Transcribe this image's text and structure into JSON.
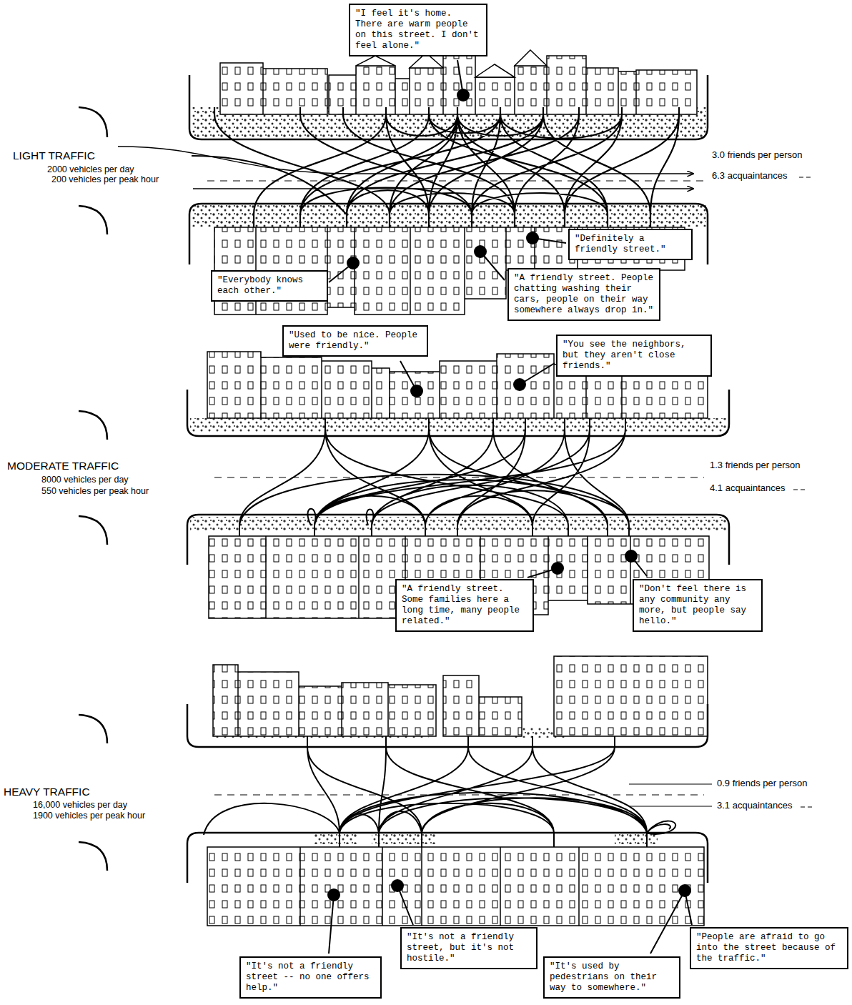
{
  "diagram": {
    "nodes": [
      {
        "text": [
          "\"I feel it's home. There are warm people on this street. I don't feel alone.\""
        ]
      },
      {
        "text": [
          "\"Definitely a friendly street.\""
        ]
      },
      {
        "text": [
          "\"Everybody knows each other.\""
        ]
      },
      {
        "text": [
          "\"A friendly street. People chatting washing their cars, people on their way somewhere always drop in.\""
        ]
      },
      {
        "text": [
          "\"Used to be nice. People were friendly.\""
        ]
      },
      {
        "text": [
          "\"You see the neighbors, but they aren't close friends.\""
        ]
      },
      {
        "text": [
          "\"A friendly street. Some families here a long time, many people related.\""
        ]
      },
      {
        "text": [
          "\"Don't feel there is any community any more, but people say hello.\""
        ]
      },
      {
        "text": [
          "\"It's not a friendly street, but it's not hostile.\""
        ]
      },
      {
        "text": [
          "\"People are afraid to go into the street because of the traffic.\""
        ]
      },
      {
        "text": [
          "\"It's not a friendly street -- no one offers help.\""
        ]
      },
      {
        "text": [
          "\"It's used by pedestrians on their way to somewhere.\""
        ]
      }
    ],
    "labels": [
      "LIGHT TRAFFIC",
      "2000 vehicles per day",
      "200 vehicles per peak hour",
      "3.0 friends per person",
      "6.3 acquaintances",
      "MODERATE TRAFFIC",
      "8000 vehicles per day",
      "550 vehicles per peak hour",
      "1.3 friends per person",
      "4.1 acquaintances",
      "HEAVY TRAFFIC",
      "16,000 vehicles per day",
      "1900 vehicles per peak hour",
      "0.9 friends per person",
      "3.1 acquaintances"
    ]
  }
}
